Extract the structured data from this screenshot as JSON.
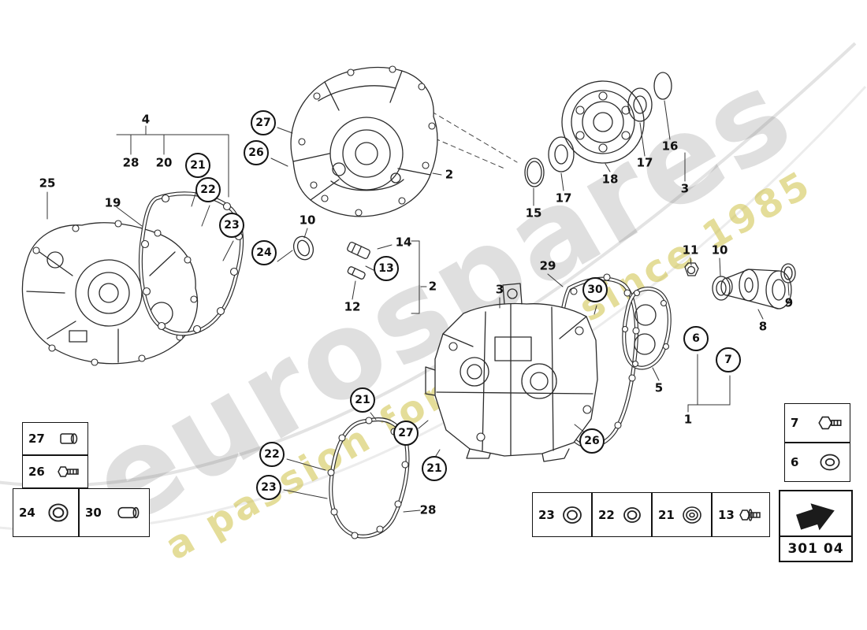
{
  "watermark": {
    "brand": "eurospares",
    "tagline": "a passion for parts since 1985"
  },
  "code_box": {
    "code": "301 04",
    "arrow_icon": "arrow-up-right"
  },
  "callouts": [
    {
      "label": "27"
    },
    {
      "label": "26"
    },
    {
      "label": "21"
    },
    {
      "label": "22"
    },
    {
      "label": "23"
    },
    {
      "label": "24"
    },
    {
      "label": "13"
    },
    {
      "label": "30"
    },
    {
      "label": "6"
    },
    {
      "label": "7"
    },
    {
      "label": "21"
    },
    {
      "label": "27"
    },
    {
      "label": "22"
    },
    {
      "label": "23"
    },
    {
      "label": "21"
    },
    {
      "label": "26"
    }
  ],
  "labels": [
    {
      "label": "4"
    },
    {
      "label": "28"
    },
    {
      "label": "20"
    },
    {
      "label": "25"
    },
    {
      "label": "19"
    },
    {
      "label": "2"
    },
    {
      "label": "10"
    },
    {
      "label": "14"
    },
    {
      "label": "12"
    },
    {
      "label": "2"
    },
    {
      "label": "3"
    },
    {
      "label": "29"
    },
    {
      "label": "15"
    },
    {
      "label": "17"
    },
    {
      "label": "18"
    },
    {
      "label": "17"
    },
    {
      "label": "16"
    },
    {
      "label": "3"
    },
    {
      "label": "11"
    },
    {
      "label": "10"
    },
    {
      "label": "9"
    },
    {
      "label": "8"
    },
    {
      "label": "5"
    },
    {
      "label": "1"
    },
    {
      "label": "28"
    }
  ],
  "legend_left": [
    {
      "label": "27",
      "icon": "bushing"
    },
    {
      "label": "26",
      "icon": "flange-bolt"
    },
    {
      "label": "24",
      "icon": "seal-ring"
    },
    {
      "label": "30",
      "icon": "dowel-pin"
    }
  ],
  "legend_side": [
    {
      "label": "7",
      "icon": "hex-bolt"
    },
    {
      "label": "6",
      "icon": "washer"
    }
  ],
  "legend_bottom": [
    {
      "label": "23",
      "icon": "seal-ring"
    },
    {
      "label": "22",
      "icon": "seal-ring"
    },
    {
      "label": "21",
      "icon": "shaft-seal"
    },
    {
      "label": "13",
      "icon": "hex-screw"
    }
  ]
}
